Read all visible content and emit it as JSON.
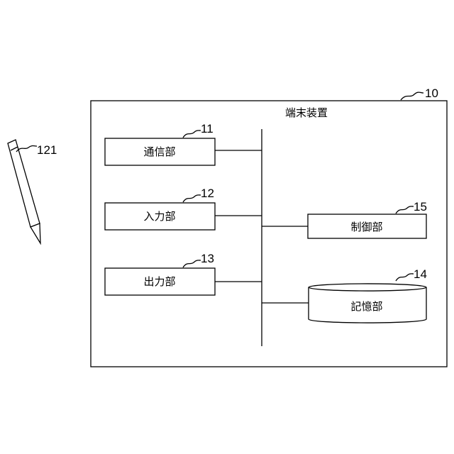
{
  "device": {
    "title": "端末装置",
    "ref": "10"
  },
  "communication": {
    "label": "通信部",
    "ref": "11"
  },
  "input": {
    "label": "入力部",
    "ref": "12"
  },
  "output": {
    "label": "出力部",
    "ref": "13"
  },
  "storage": {
    "label": "記憶部",
    "ref": "14"
  },
  "control": {
    "label": "制御部",
    "ref": "15"
  },
  "pen": {
    "ref": "121"
  }
}
